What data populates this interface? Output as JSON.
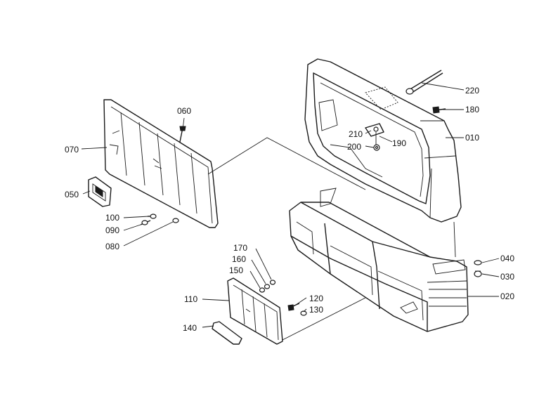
{
  "callouts": [
    {
      "id": "p220",
      "text": "220"
    },
    {
      "id": "p180",
      "text": "180"
    },
    {
      "id": "p010",
      "text": "010"
    },
    {
      "id": "p210",
      "text": "210"
    },
    {
      "id": "p190",
      "text": "190"
    },
    {
      "id": "p200",
      "text": "200"
    },
    {
      "id": "p060",
      "text": "060"
    },
    {
      "id": "p070",
      "text": "070"
    },
    {
      "id": "p050",
      "text": "050"
    },
    {
      "id": "p100",
      "text": "100"
    },
    {
      "id": "p090",
      "text": "090"
    },
    {
      "id": "p080",
      "text": "080"
    },
    {
      "id": "p170",
      "text": "170"
    },
    {
      "id": "p160",
      "text": "160"
    },
    {
      "id": "p150",
      "text": "150"
    },
    {
      "id": "p110",
      "text": "110"
    },
    {
      "id": "p120",
      "text": "120"
    },
    {
      "id": "p130",
      "text": "130"
    },
    {
      "id": "p140",
      "text": "140"
    },
    {
      "id": "p040",
      "text": "040"
    },
    {
      "id": "p030",
      "text": "030"
    },
    {
      "id": "p020",
      "text": "020"
    }
  ]
}
